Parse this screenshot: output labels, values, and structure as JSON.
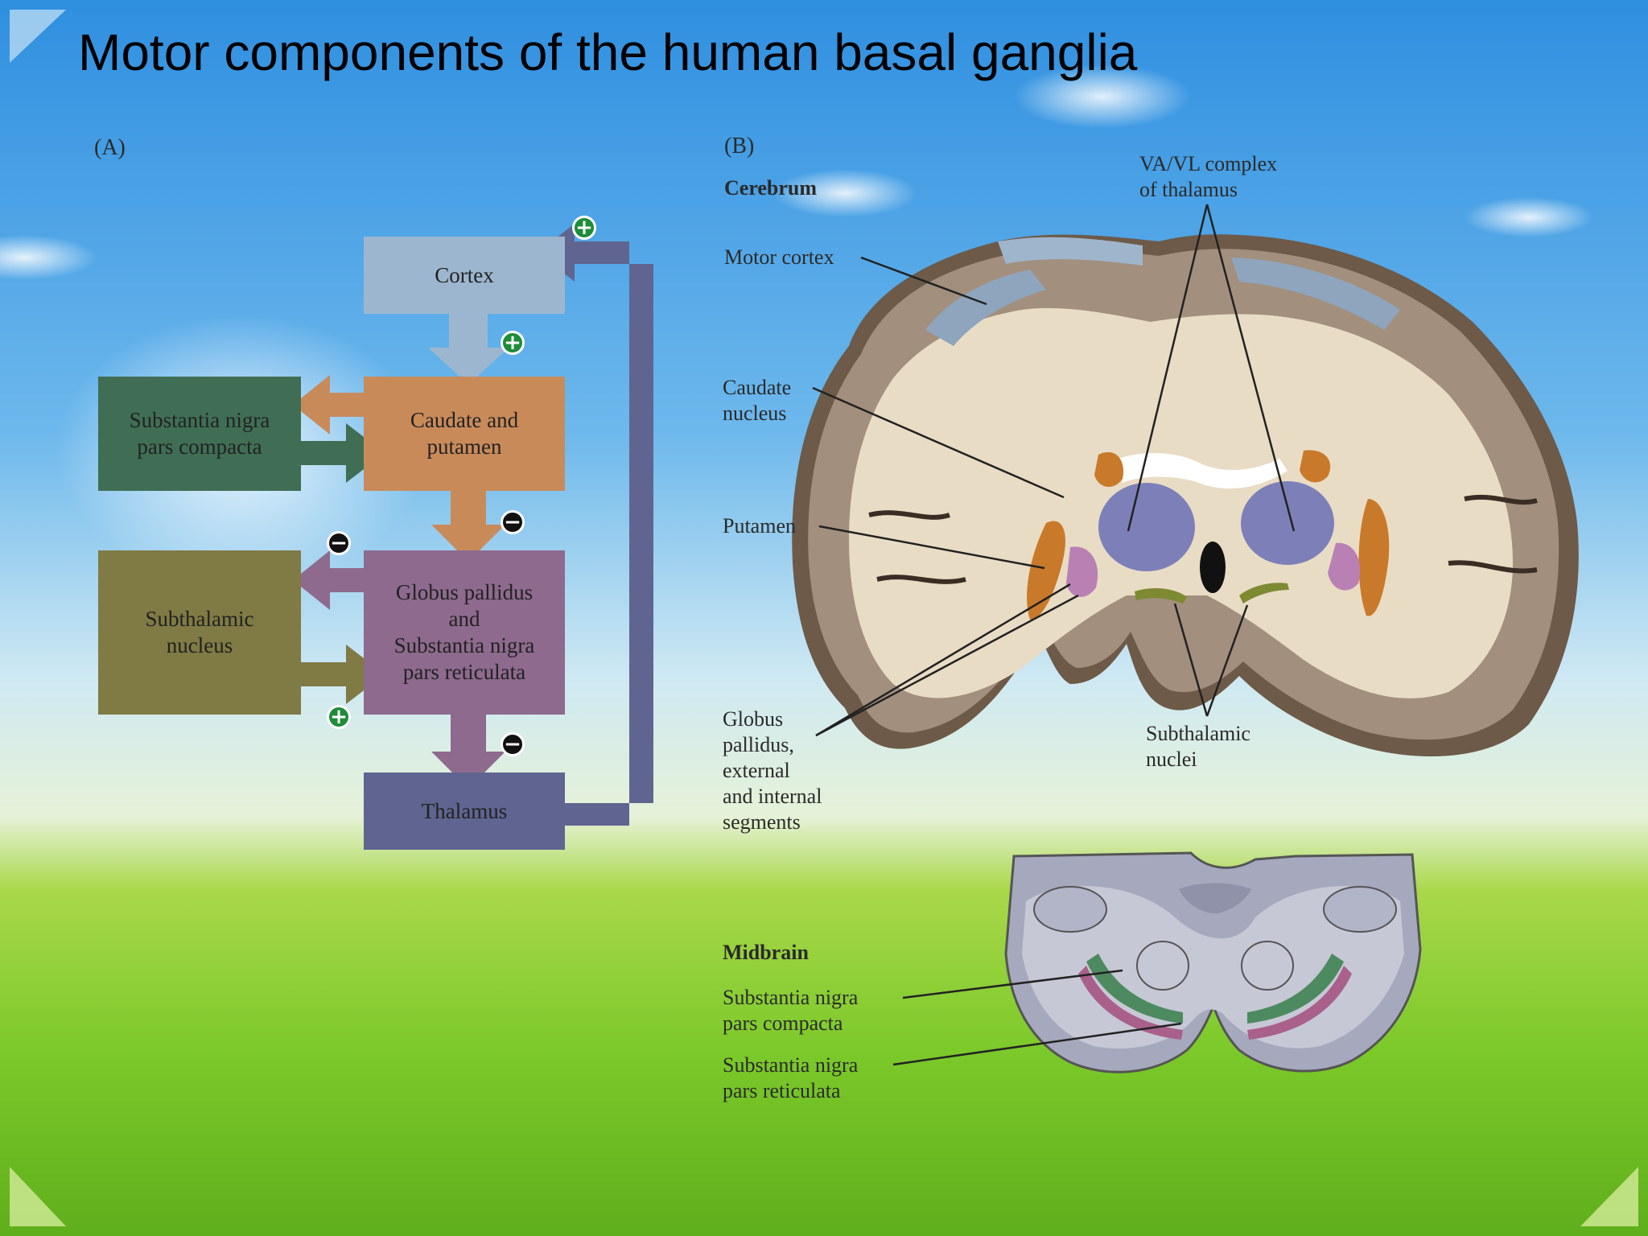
{
  "title": "Motor components of the human basal ganglia",
  "panel_a": {
    "label": "(A)",
    "boxes": {
      "cortex": "Cortex",
      "caudate": "Caudate and\nputamen",
      "snc": "Substantia nigra\npars compacta",
      "gp": "Globus pallidus\nand\nSubstantia nigra\npars reticulata",
      "stn": "Subthalamic\nnucleus",
      "thalamus": "Thalamus"
    },
    "signs": {
      "plus": "+",
      "minus": "−"
    },
    "colors": {
      "cortex": "#9db6cf",
      "caudate": "#c98a5a",
      "snc": "#3f6e55",
      "gp": "#8d6a8e",
      "stn": "#807a44",
      "thalamus": "#5f6590"
    }
  },
  "panel_b": {
    "label": "(B)",
    "cerebrum": "Cerebrum",
    "va_vl": "VA/VL complex\nof thalamus",
    "motor_cortex": "Motor cortex",
    "caudate": "Caudate\nnucleus",
    "putamen": "Putamen",
    "globus": "Globus\npallidus,\nexternal\nand internal\nsegments",
    "subthalamic": "Subthalamic\nnuclei",
    "midbrain": "Midbrain",
    "snc": "Substantia nigra\npars compacta",
    "snr": "Substantia nigra\npars reticulata"
  }
}
